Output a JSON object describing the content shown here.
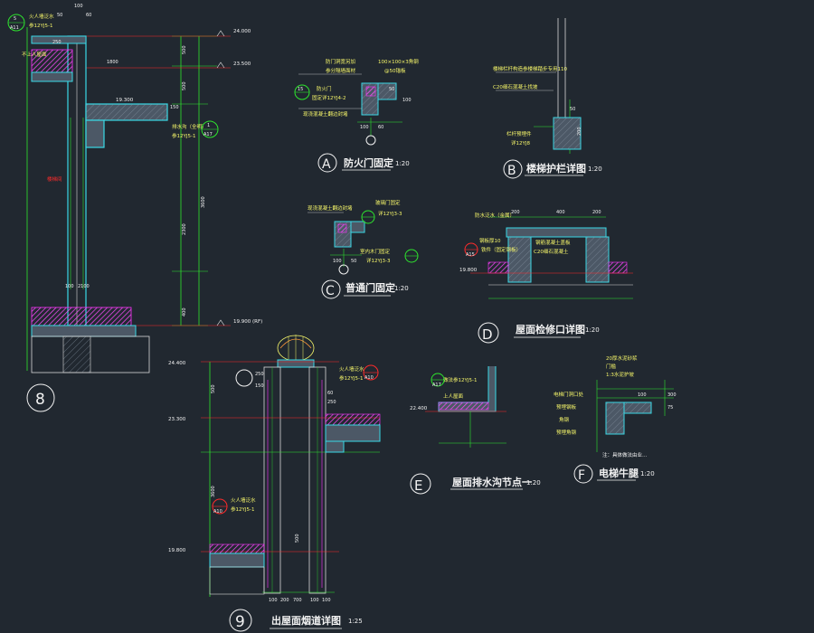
{
  "colors": {
    "background": "#212830",
    "line_green": "#2ee52e",
    "line_cyan": "#39d9e6",
    "line_white": "#d9d9d9",
    "line_red": "#ff2b2b",
    "line_magenta": "#ff33ff",
    "text_white": "#f2f2f2",
    "text_yellow": "#f7f76a",
    "hatch_magenta": "#ff4dff",
    "concrete": "#4c5866"
  },
  "details": {
    "d8": {
      "symbol": "8",
      "elevations": [
        "24.000",
        "23.500",
        "19.300",
        "19.900 (RF)"
      ],
      "dims": [
        "50",
        "100",
        "60",
        "250",
        "500",
        "500",
        "1800",
        "150",
        "3600",
        "2300",
        "400",
        "100",
        "2100"
      ],
      "notes": [
        "火人墙泛水",
        "参12YJ5-1",
        "不上人屋面",
        "排水沟（全明）",
        "参12YJ5-1",
        "楼梯间"
      ],
      "callout_top": {
        "num": "5",
        "sheet": "A11"
      },
      "callout_right": {
        "num": "1",
        "sheet": "A17"
      }
    },
    "dA": {
      "letter": "A",
      "title": "防火门固定",
      "scale": "1:20",
      "notes": [
        "防门洞宽另加",
        "参分隔墙面材",
        "100×100×3角钢",
        "@50锚板",
        "防火门",
        "固定详12YJ4-2",
        "现浇混凝土翻边封堵"
      ],
      "callout": {
        "num": "15",
        "sheet": ""
      },
      "dims": [
        "100",
        "60",
        "50",
        "100"
      ]
    },
    "dB": {
      "letter": "B",
      "title": "楼梯护栏详图",
      "scale": "1:20",
      "notes": [
        "楼梯栏杆构造参楼梯踏步专用110",
        "C20细石混凝土找坡",
        "栏杆预埋件",
        "详12YJ8"
      ],
      "dims": [
        "50",
        "200"
      ]
    },
    "dC": {
      "letter": "C",
      "title": "普通门固定",
      "scale": "1:20",
      "notes": [
        "现浇混凝土翻边封堵",
        "玻璃门固定",
        "详12YJ3-3",
        "室内木门固定",
        "详12YJ3-3"
      ],
      "callouts": [
        {
          "num": "",
          "sheet": ""
        },
        {
          "num": "",
          "sheet": ""
        }
      ],
      "dims": [
        "100",
        "50"
      ]
    },
    "dD": {
      "letter": "D",
      "title": "屋面检修口详图",
      "scale": "1:20",
      "notes": [
        "防水泛水（金属）",
        "钢筋混凝土盖板",
        "C20细石混凝土",
        "钢板厚10",
        "铁件（固定钢板）"
      ],
      "elevation": "19.800",
      "dims": [
        "200",
        "400",
        "200"
      ],
      "callout": {
        "num": "",
        "sheet": "A15"
      }
    },
    "d9": {
      "symbol": "9",
      "title": "出屋面烟道详图",
      "scale": "1:25",
      "elevations": [
        "24.400",
        "23.300",
        "19.800"
      ],
      "dims": [
        "500",
        "3600",
        "150",
        "250",
        "100",
        "200",
        "700",
        "100",
        "60",
        "250",
        "500",
        "100"
      ],
      "notes": [
        "火人墙泛水",
        "参12YJ5-1",
        "火人墙泛水",
        "参12YJ5-1"
      ],
      "callout_top": {
        "num": "",
        "sheet": "A10"
      },
      "callout_left": {
        "num": "",
        "sheet": "A10"
      }
    },
    "dE": {
      "letter": "E",
      "title": "屋面排水沟节点一",
      "scale": "1:20",
      "notes": [
        "做法参12YJ5-1",
        "上人屋面"
      ],
      "callout": {
        "num": "",
        "sheet": "A17"
      },
      "elevation": "22.400"
    },
    "dF": {
      "letter": "F",
      "title": "电梯牛腿",
      "scale": "1:20",
      "notes": [
        "20厚水泥砂浆",
        "门槛",
        "1:3水泥护坡",
        "电梯门洞口处",
        "预埋钢板",
        "角钢",
        "预埋角钢",
        "注：具体做法由业…"
      ],
      "dims": [
        "100",
        "300",
        "75"
      ]
    }
  }
}
